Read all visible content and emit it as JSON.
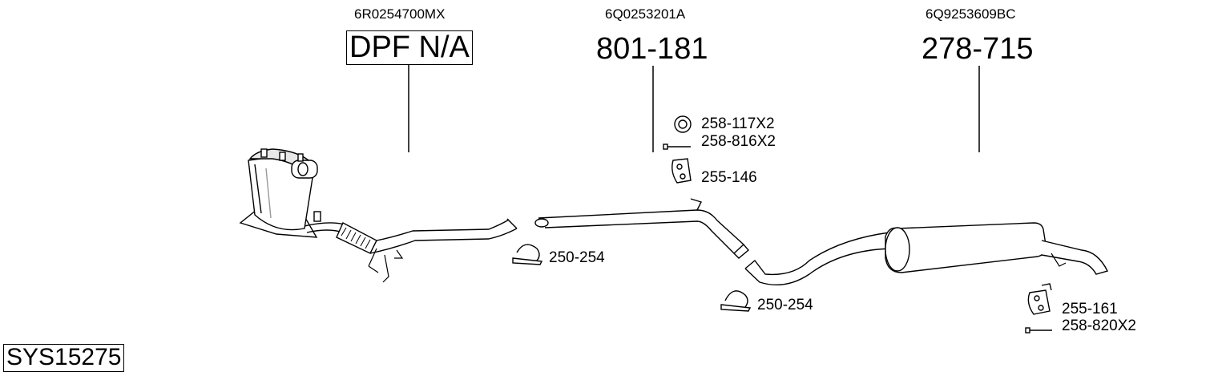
{
  "system_code": "SYS15275",
  "sections": [
    {
      "oe_number": "6R0254700MX",
      "part_number": "DPF N/A"
    },
    {
      "oe_number": "6Q0253201A",
      "part_number": "801-181"
    },
    {
      "oe_number": "6Q9253609BC",
      "part_number": "278-715"
    }
  ],
  "accessories": {
    "gasket": "258-117X2",
    "bolt_front": "258-816X2",
    "hanger_front": "255-146",
    "clamp_1": "250-254",
    "clamp_2": "250-254",
    "hanger_rear": "255-161",
    "bolt_rear": "258-820X2"
  },
  "icons": [
    "gasket-ring-icon",
    "bolt-icon",
    "rubber-hanger-icon",
    "clamp-icon"
  ],
  "colors": {
    "line": "#000000",
    "part_fill": "#ffffff",
    "shade": "#d8d8d8"
  }
}
